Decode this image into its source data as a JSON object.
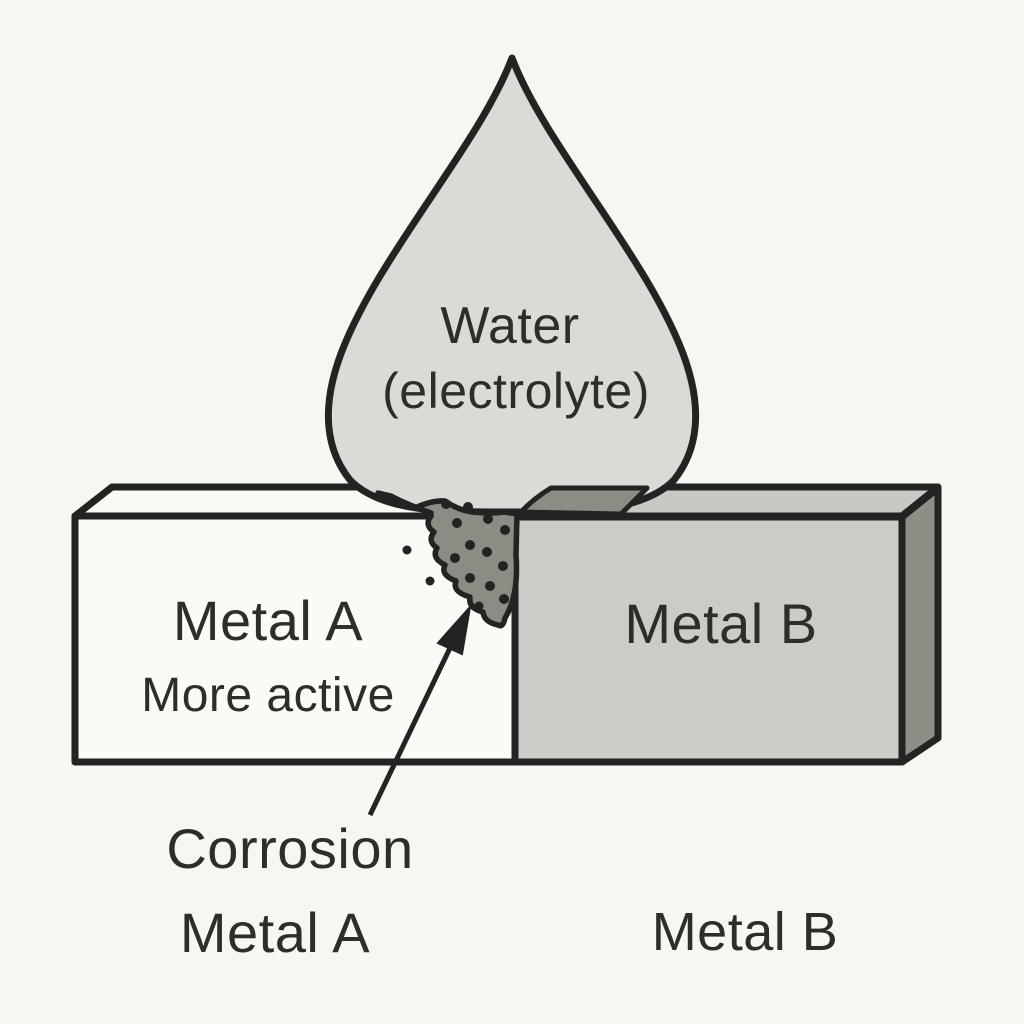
{
  "diagram": {
    "droplet": {
      "line1": "Water",
      "line2": "(electrolyte)"
    },
    "metal_a_block": {
      "label": "Metal A",
      "sublabel": "More active"
    },
    "metal_b_block": {
      "label": "Metal B"
    },
    "corrosion_caption": {
      "line1": "Corrosion",
      "line2": "Metal A"
    },
    "metal_b_caption": "Metal B",
    "colors": {
      "background": "#f7f6f0",
      "outline": "#232321",
      "droplet_fill": "#dbdad6",
      "metal_a_fill": "#fbfaf6",
      "metal_a_top_fill": "#faf9f4",
      "metal_b_fill": "#cccbc7",
      "metal_b_top_fill": "#c9c8c4",
      "metal_b_side_fill": "#8f8e86",
      "corrosion_fill": "#8d8c84",
      "text": "#2d2d2a"
    }
  }
}
